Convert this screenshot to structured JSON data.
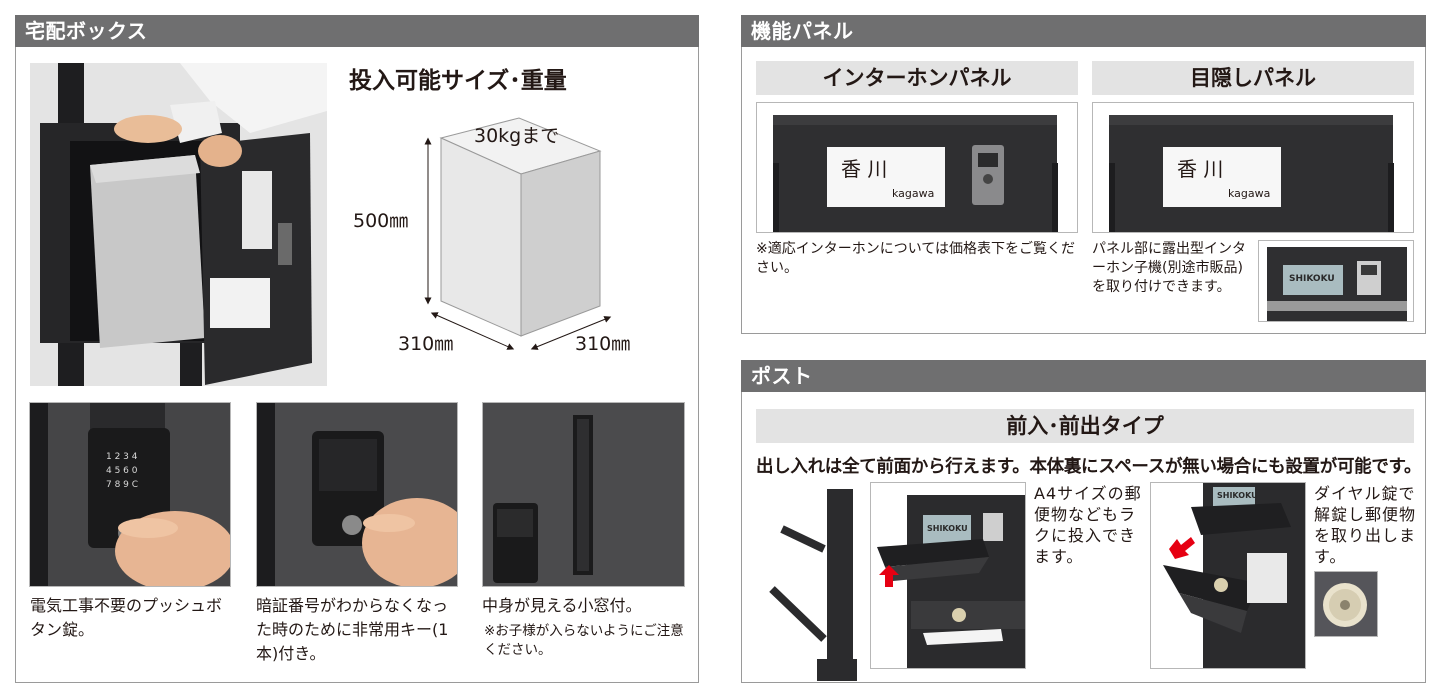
{
  "left": {
    "header": "宅配ボックス",
    "size_title": "投入可能サイズ･重量",
    "weight_label": "30kgまで",
    "height_label": "500㎜",
    "width_label": "310㎜",
    "depth_label": "310㎜",
    "captions": [
      {
        "text": "電気工事不要のプッシュボタン錠。"
      },
      {
        "text": "暗証番号がわからなくなった時のために非常用キー(1本)付き。"
      },
      {
        "text": "中身が見える小窓付。",
        "note": "※お子様が入らないようにご注意ください。"
      }
    ]
  },
  "right_top": {
    "header": "機能パネル",
    "intercom_tab": "インターホンパネル",
    "blind_tab": "目隠しパネル",
    "nameplate_kanji": "香 川",
    "nameplate_roman": "kagawa",
    "intercom_note": "※適応インターホンについては価格表下をご覧ください。",
    "blind_note": "パネル部に露出型インターホン子機(別途市販品)を取り付けできます。",
    "brand_plate": "SHIKOKU"
  },
  "right_bottom": {
    "header": "ポスト",
    "type_tab": "前入･前出タイプ",
    "lead": "出し入れは全て前面から行えます。本体裏にスペースが無い場合にも設置が可能です。",
    "a4_text": "A4サイズの郵便物などもラクに投入できます。",
    "dial_text": "ダイヤル錠で解錠し郵便物を取り出します。",
    "brand_plate": "SHIKOKU"
  },
  "colors": {
    "header_bg": "#6f6f70",
    "tab_bg": "#e3e3e3",
    "product_dark": "#2b2b2d",
    "arrow_red": "#e60012"
  }
}
